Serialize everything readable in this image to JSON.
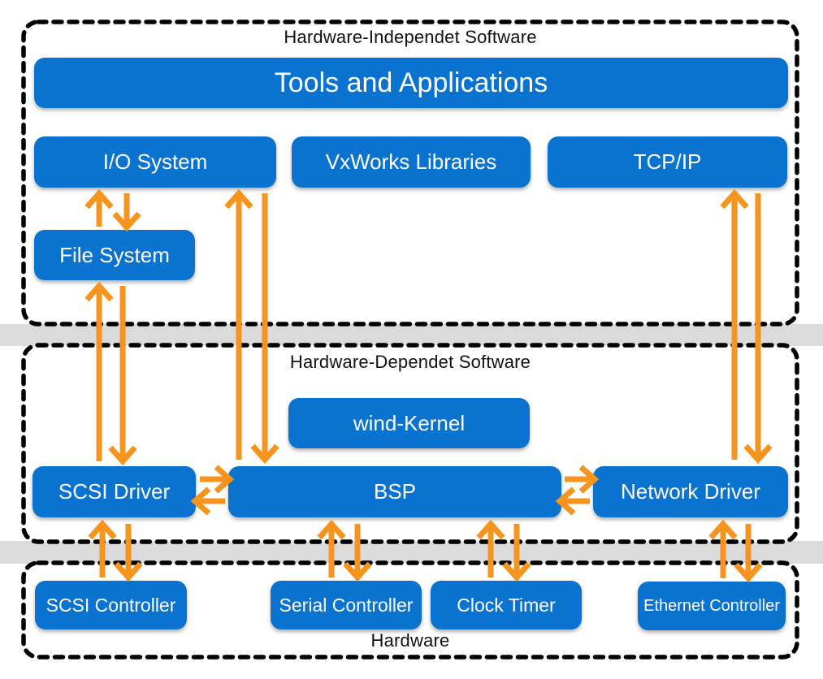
{
  "colors": {
    "box_blue": "#0a73d0",
    "arrow_orange": "#f7941d",
    "band_gray": "#dbdbdb",
    "border_black": "#000000",
    "box_text": "#ffffff"
  },
  "layers": {
    "hardware_independent": {
      "title": "Hardware-Independet Software",
      "boxes": {
        "tools": "Tools and Applications",
        "io_system": "I/O System",
        "vxworks_libraries": "VxWorks Libraries",
        "tcp_ip": "TCP/IP",
        "file_system": "File System"
      }
    },
    "hardware_dependent": {
      "title": "Hardware-Dependet Software",
      "boxes": {
        "wind_kernel": "wind-Kernel",
        "scsi_driver": "SCSI Driver",
        "bsp": "BSP",
        "network_driver": "Network Driver"
      }
    },
    "hardware": {
      "title": "Hardware",
      "boxes": {
        "scsi_controller": "SCSI Controller",
        "serial_controller": "Serial Controller",
        "clock_timer": "Clock Timer",
        "ethernet_controller": "Ethernet Controller"
      }
    }
  }
}
